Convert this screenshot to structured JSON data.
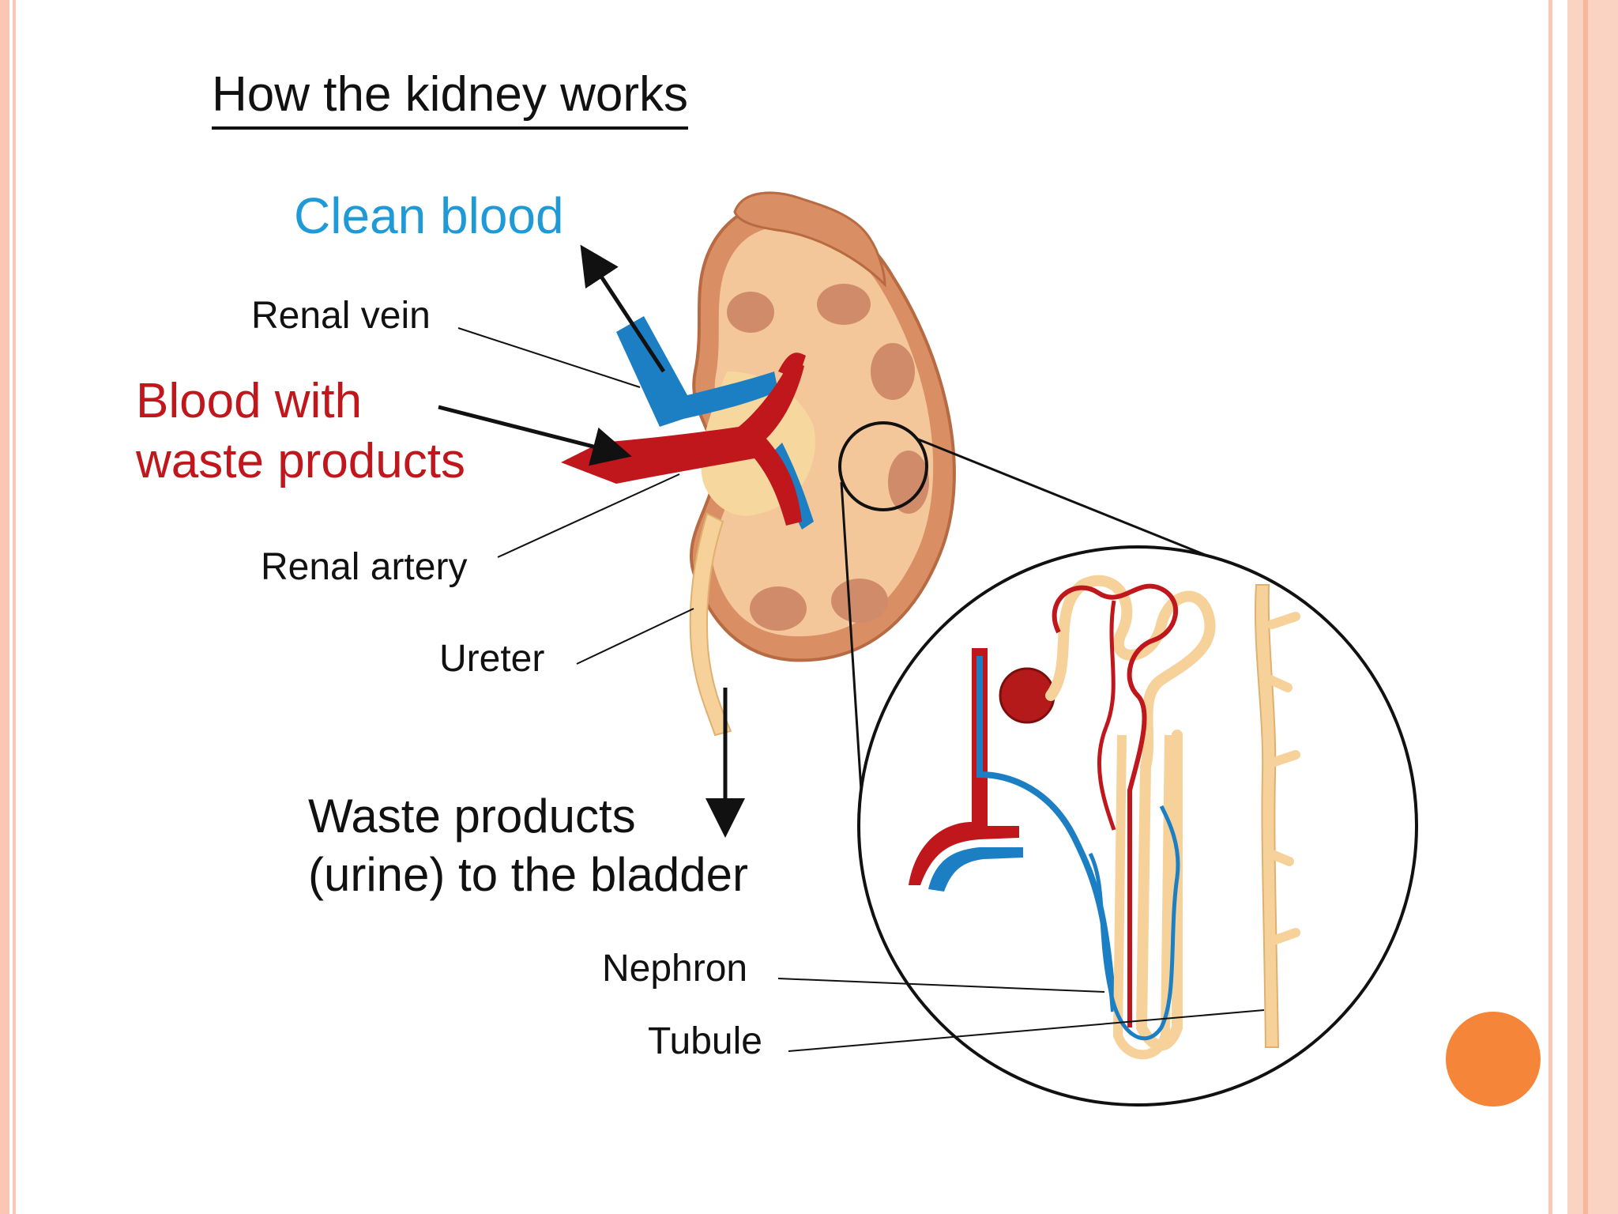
{
  "title": "How the kidney works",
  "labels": {
    "clean_blood": "Clean blood",
    "renal_vein": "Renal vein",
    "blood_with_line1": "Blood with",
    "blood_with_line2": "waste products",
    "renal_artery": "Renal artery",
    "ureter": "Ureter",
    "waste_line1": "Waste products",
    "waste_line2": "(urine) to the bladder",
    "nephron": "Nephron",
    "tubule": "Tubule"
  },
  "colors": {
    "clean_blood": "#1f9ad6",
    "waste_blood": "#c0171c",
    "vein": "#1c7fc4",
    "artery": "#c0171c",
    "kidney_outer": "#e5a27a",
    "kidney_inner": "#f3c79a",
    "tubule": "#f6d29a",
    "frame": "#f9c7b3",
    "accent_dot": "#f58538"
  }
}
